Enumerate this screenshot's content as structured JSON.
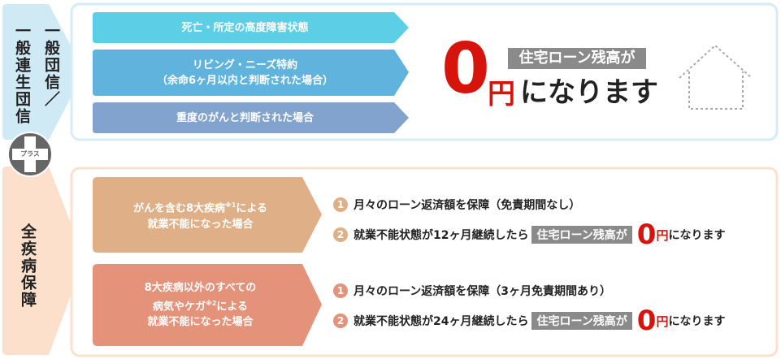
{
  "left": {
    "top_label_col1": "一般団信／",
    "top_label_col2": "一般連生団信",
    "plus_label": "プラス",
    "bottom_label": "全疾病保障"
  },
  "top_section": {
    "bars": [
      {
        "line1": "死亡・所定の高度障害状態",
        "line2": ""
      },
      {
        "line1": "リビング・ニーズ特約",
        "line2": "（余命6ヶ月以内と判断された場合）"
      },
      {
        "line1": "重度のがんと判断された場合",
        "line2": ""
      }
    ],
    "result_label": "住宅ローン残高が",
    "zero": "0",
    "yen": "円",
    "suffix": "になります"
  },
  "bottom_section": {
    "groups": [
      {
        "bar_line1": "がんを含む8大疾病",
        "bar_note": "※1",
        "bar_line1b": "による",
        "bar_line2": "就業不能になった場合",
        "item1": "月々のローン返済額を保障（免責期間なし）",
        "item2_prefix": "就業不能状態が12ヶ月継続したら",
        "item2_label": "住宅ローン残高が",
        "item2_zero": "0",
        "item2_yen": "円",
        "item2_suffix": "になります"
      },
      {
        "bar_line0": "8大疾病以外のすべての",
        "bar_line1": "病気やケガ",
        "bar_note": "※2",
        "bar_line1b": "による",
        "bar_line2": "就業不能になった場合",
        "item1": "月々のローン返済額を保障（3ヶ月免責期間あり）",
        "item2_prefix": "就業不能状態が24ヶ月継続したら",
        "item2_label": "住宅ローン残高が",
        "item2_zero": "0",
        "item2_yen": "円",
        "item2_suffix": "になります"
      }
    ],
    "numbers": [
      "1",
      "2"
    ]
  },
  "colors": {
    "blue_tab": "#cfeaf5",
    "peach_tab": "#fde0cc",
    "bar1": "#5ccfe6",
    "bar2": "#5fb3dc",
    "bar3": "#82a3cd",
    "bar4": "#dfb088",
    "bar5": "#e4927a",
    "red": "#d7140c"
  }
}
